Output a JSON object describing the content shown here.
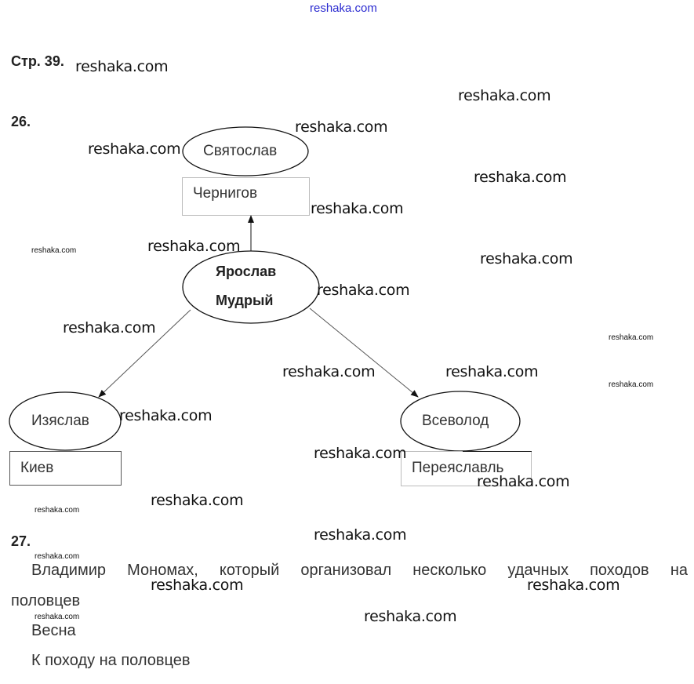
{
  "header_link": "reshaka.com",
  "watermark": "reshaka.com",
  "page_label": "Стр. 39.",
  "task26": {
    "number": "26.",
    "center": {
      "line1": "Ярослав",
      "line2": "Мудрый"
    },
    "sons": [
      {
        "name": "Святослав",
        "city": "Чернигов"
      },
      {
        "name": "Изяслав",
        "city": "Киев"
      },
      {
        "name": "Всеволод",
        "city": "Переяславль"
      }
    ]
  },
  "task27": {
    "number": "27.",
    "answer1_line1": "Владимир Мономах, который организовал несколько удачных походов на",
    "answer1_line2": "половцев",
    "answer2": "Весна",
    "answer3": "К походу на половцев"
  }
}
